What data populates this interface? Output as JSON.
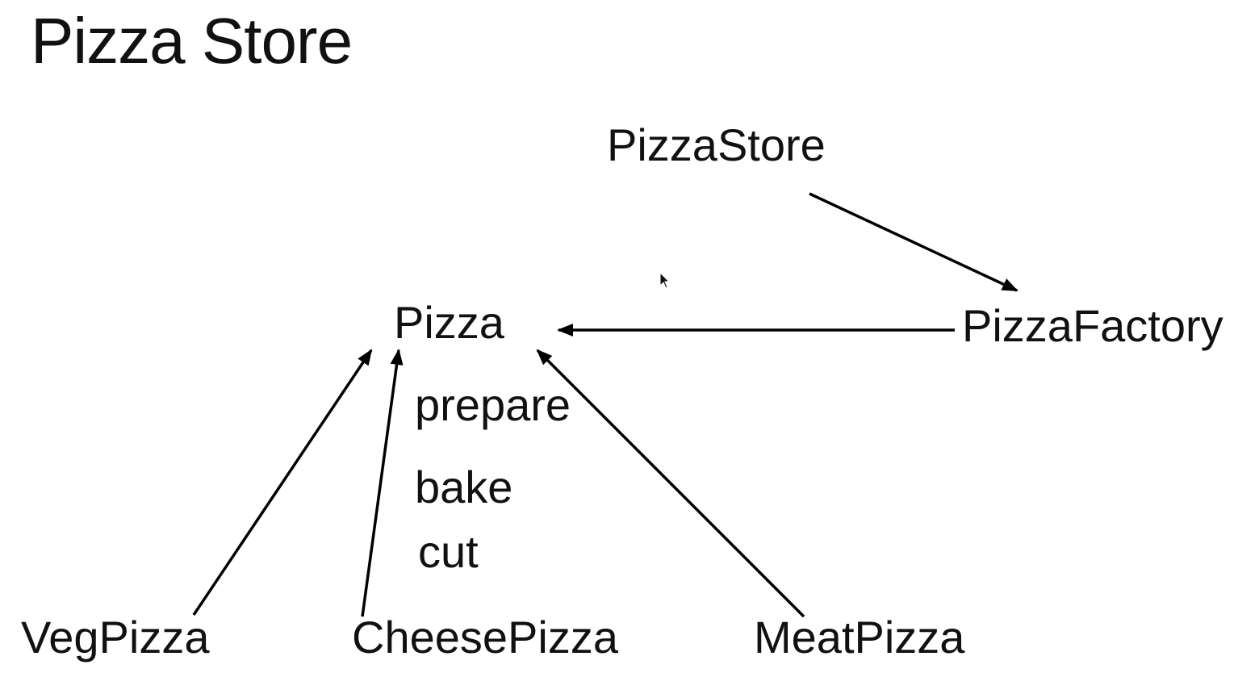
{
  "title": "Pizza Store",
  "nodes": {
    "pizza_store": "PizzaStore",
    "pizza": "Pizza",
    "pizza_factory": "PizzaFactory",
    "veg_pizza": "VegPizza",
    "cheese_pizza": "CheesePizza",
    "meat_pizza": "MeatPizza"
  },
  "pizza_methods": [
    "prepare",
    "bake",
    "cut"
  ],
  "edges": [
    {
      "from": "PizzaStore",
      "to": "PizzaFactory"
    },
    {
      "from": "PizzaFactory",
      "to": "Pizza"
    },
    {
      "from": "VegPizza",
      "to": "Pizza"
    },
    {
      "from": "CheesePizza",
      "to": "Pizza"
    },
    {
      "from": "MeatPizza",
      "to": "Pizza"
    }
  ],
  "colors": {
    "background": "#ffffff",
    "text": "#111111",
    "arrow": "#000000"
  },
  "icons": {
    "cursor": "mouse-pointer-icon"
  }
}
